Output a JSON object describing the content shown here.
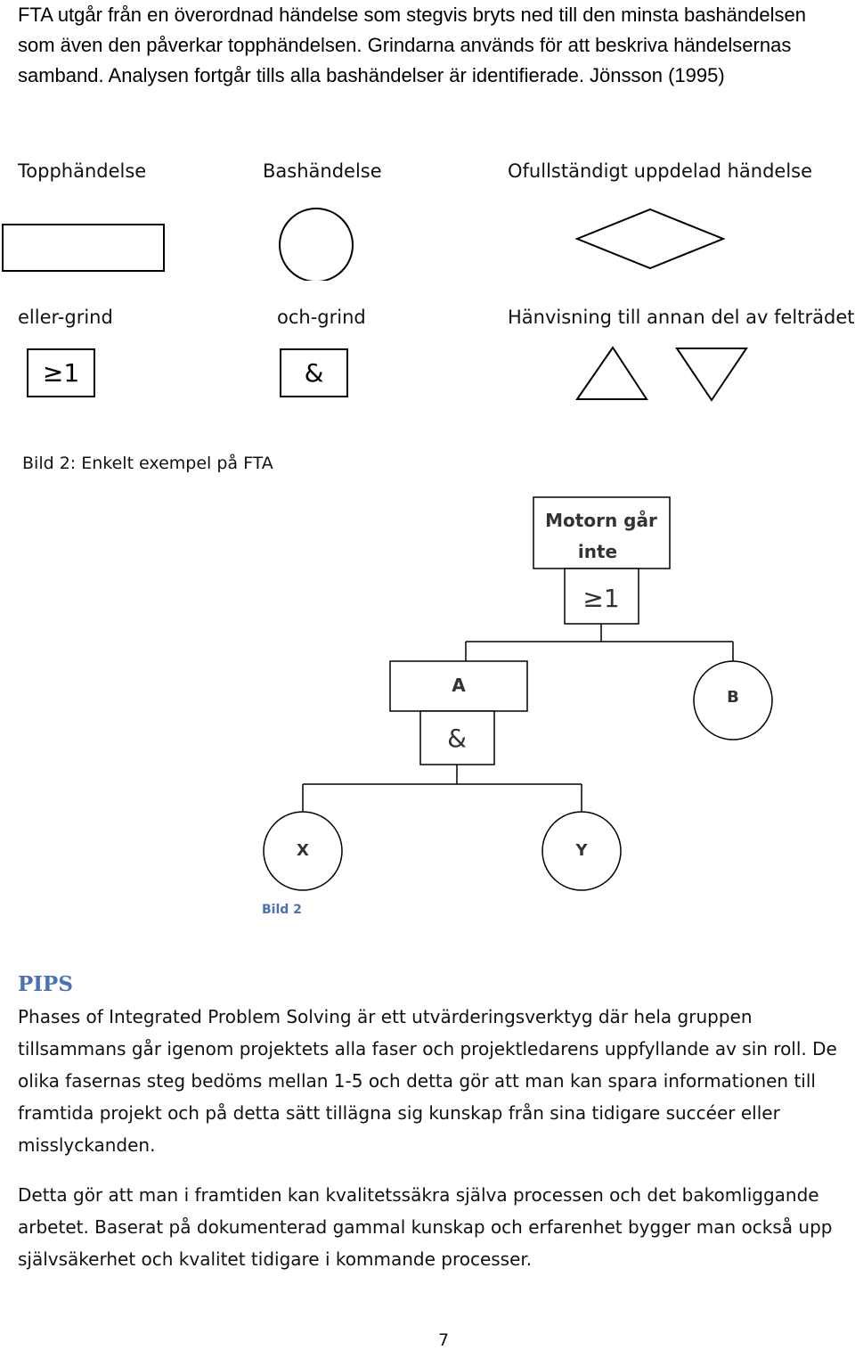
{
  "intro": {
    "lines": [
      "FTA utgår från en överordnad händelse som stegvis bryts ned till den minsta bashändelsen",
      "som även den påverkar topphändelsen. Grindarna används för att beskriva händelsernas",
      "samband. Analysen fortgår tills alla bashändelser är identifierade. Jönsson (1995)"
    ]
  },
  "legend": {
    "top_event": "Topphändelse",
    "basic_event": "Bashändelse",
    "undeveloped_event": "Ofullständigt uppdelad händelse",
    "or_gate": "eller-grind",
    "and_gate": "och-grind",
    "transfer": "Hänvisning till annan del av felträdet",
    "or_symbol": "≥1",
    "and_symbol": "&"
  },
  "figure_caption": "Bild 2: Enkelt exempel på FTA",
  "tree": {
    "top_label_line1": "Motorn går",
    "top_label_line2": "inte",
    "top_gate": "≥1",
    "node_a": "A",
    "node_a_gate": "&",
    "node_b": "B",
    "node_x": "X",
    "node_y": "Y"
  },
  "tree_caption": "Bild 2",
  "section": {
    "heading": "PIPS",
    "paragraph1": [
      "Phases of Integrated Problem Solving är ett utvärderingsverktyg där hela gruppen",
      "tillsammans går igenom projektets alla faser och projektledarens uppfyllande av sin roll. De",
      "olika fasernas steg bedöms mellan 1-5 och detta gör att man kan spara informationen till",
      "framtida projekt och på detta sätt tillägna sig kunskap från sina tidigare succéer eller",
      "misslyckanden."
    ],
    "paragraph2": [
      "Detta gör att man i framtiden kan kvalitetssäkra själva processen och det bakomliggande",
      "arbetet. Baserat på dokumenterad gammal kunskap och erfarenhet bygger man också upp",
      "självsäkerhet och kvalitet tidigare i kommande processer."
    ]
  },
  "page_number": "7"
}
